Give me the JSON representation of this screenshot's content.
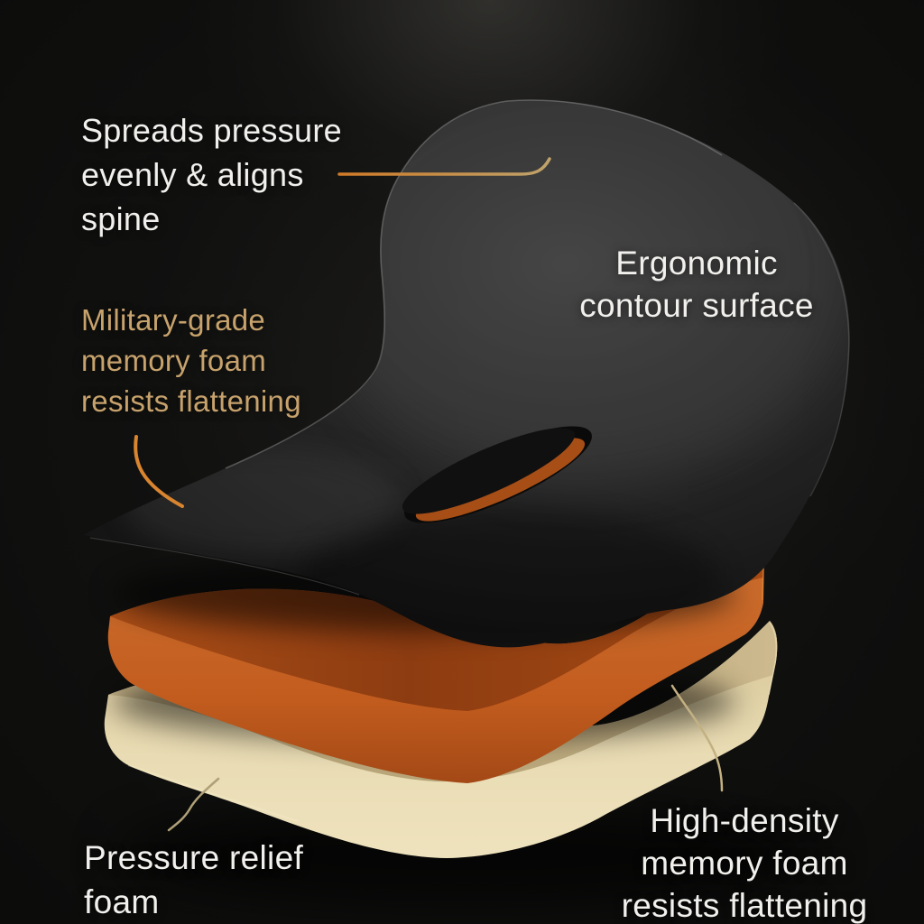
{
  "figure": {
    "type": "product-callout-diagram",
    "subject": "ergonomic seat cushion exploded foam layers"
  },
  "labels": {
    "spreads": {
      "lines": [
        "Spreads pressure",
        "evenly & aligns",
        "spine"
      ],
      "color": "#F1F0ED"
    },
    "ergonomic": {
      "lines": [
        "Ergonomic",
        "contour surface"
      ],
      "color": "#F1F0ED"
    },
    "military": {
      "lines": [
        "Military-grade",
        "memory foam",
        "resists flattening"
      ],
      "color": "#C7A26C"
    },
    "pressure": {
      "lines": [
        "Pressure relief",
        "foam"
      ],
      "color": "#F1F0ED"
    },
    "high_density": {
      "lines": [
        "High-density",
        "memory foam",
        "resists flattening"
      ],
      "color": "#F1F0ED"
    }
  },
  "colors": {
    "background": "#0B0B0A",
    "top_glow": "#7D7A73",
    "cushion_black": "#2B2B2B",
    "foam_orange": "#C2601F",
    "foam_cream": "#E9DCB4",
    "tan_text": "#C7A26C",
    "connector_orange": "#D9852F",
    "connector_tan": "#BFA87C"
  }
}
